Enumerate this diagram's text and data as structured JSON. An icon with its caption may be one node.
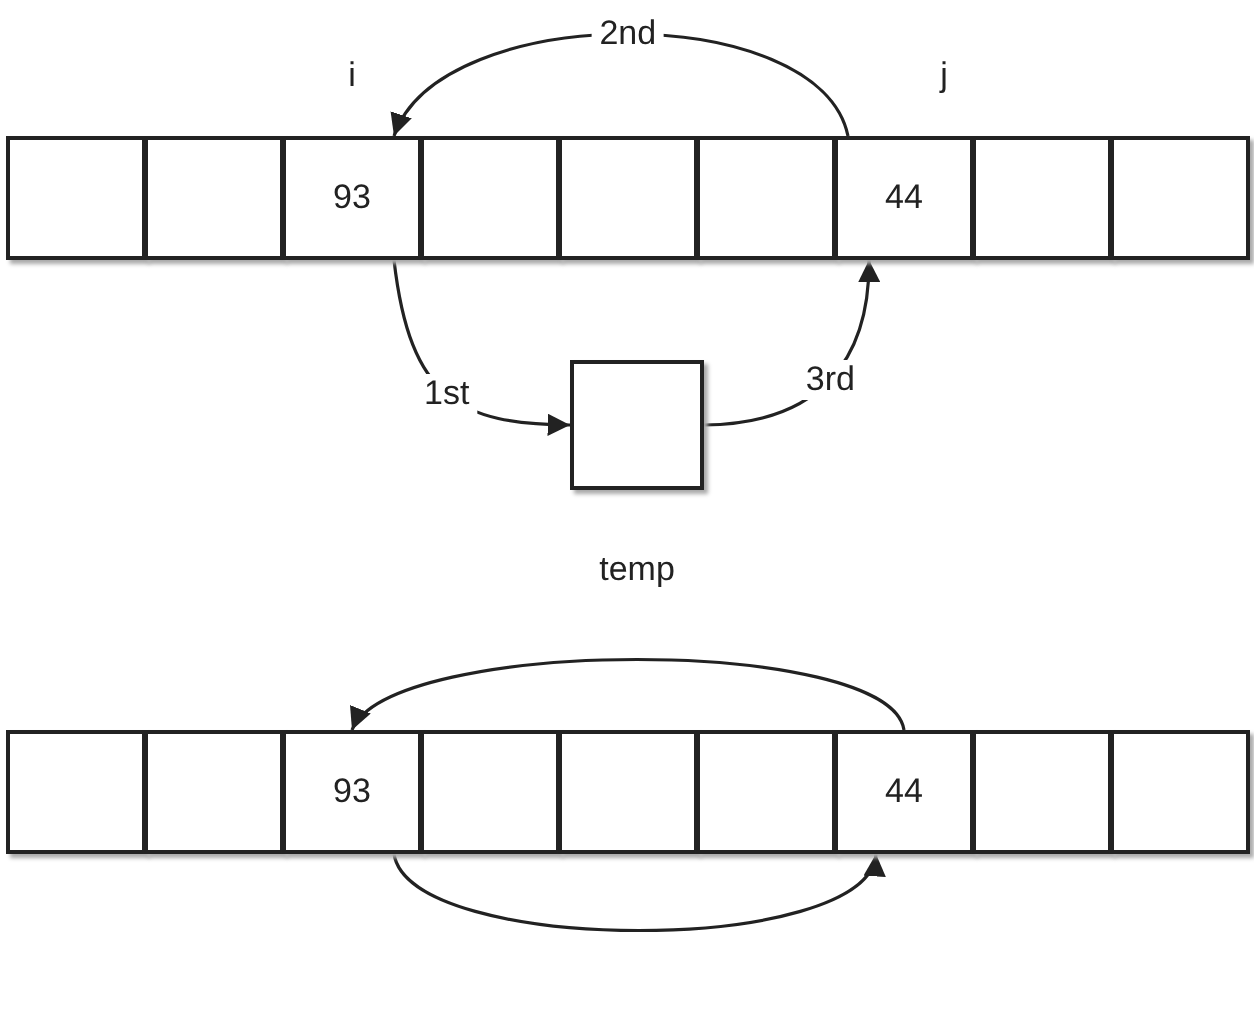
{
  "diagram": {
    "nodes": [
      {
        "text": [],
        "shape": "box"
      },
      {
        "text": [],
        "shape": "box"
      },
      {
        "text": [
          "93"
        ],
        "beside": [
          "i"
        ]
      },
      {
        "text": [],
        "shape": "box"
      },
      {
        "text": [],
        "shape": "box"
      },
      {
        "text": [],
        "shape": "box"
      },
      {
        "text": [
          "44"
        ],
        "beside": [
          "j"
        ]
      },
      {
        "text": [],
        "shape": "box"
      },
      {
        "text": [],
        "shape": "box"
      },
      {
        "text": [],
        "shape": "box",
        "beside": [
          "temp"
        ]
      },
      {
        "text": [],
        "shape": "box"
      },
      {
        "text": [],
        "shape": "box"
      },
      {
        "text": [
          "93"
        ]
      },
      {
        "text": [],
        "shape": "box"
      },
      {
        "text": [],
        "shape": "box"
      },
      {
        "text": [],
        "shape": "box"
      },
      {
        "text": [
          "44"
        ]
      },
      {
        "text": [],
        "shape": "box"
      },
      {
        "text": [],
        "shape": "box"
      }
    ],
    "edges": [
      {
        "from": 2,
        "to": 9,
        "arrow": "to",
        "label": "1st"
      },
      {
        "from": 6,
        "to": 2,
        "arrow": "to",
        "label": "2nd"
      },
      {
        "from": 9,
        "to": 6,
        "arrow": "to",
        "label": "3rd"
      },
      {
        "from": 16,
        "to": 12,
        "arrow": "to"
      },
      {
        "from": 12,
        "to": 16,
        "arrow": "to"
      }
    ]
  }
}
